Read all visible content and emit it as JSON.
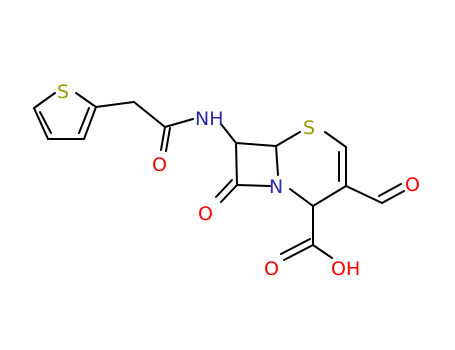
{
  "colors": {
    "bond": "#000000",
    "sulfur": "#9a9a00",
    "oxygen": "#ff0000",
    "nitrogen": "#2b2ba8",
    "background": "#ffffff"
  },
  "atom_labels": {
    "thiophene_S": "S",
    "ring_S": "S",
    "amide_NH": "NH",
    "amide_O": "O",
    "lactam_N": "N",
    "lactam_O": "O",
    "aldehyde_O": "O",
    "acid_O": "O",
    "acid_OH": "OH"
  }
}
